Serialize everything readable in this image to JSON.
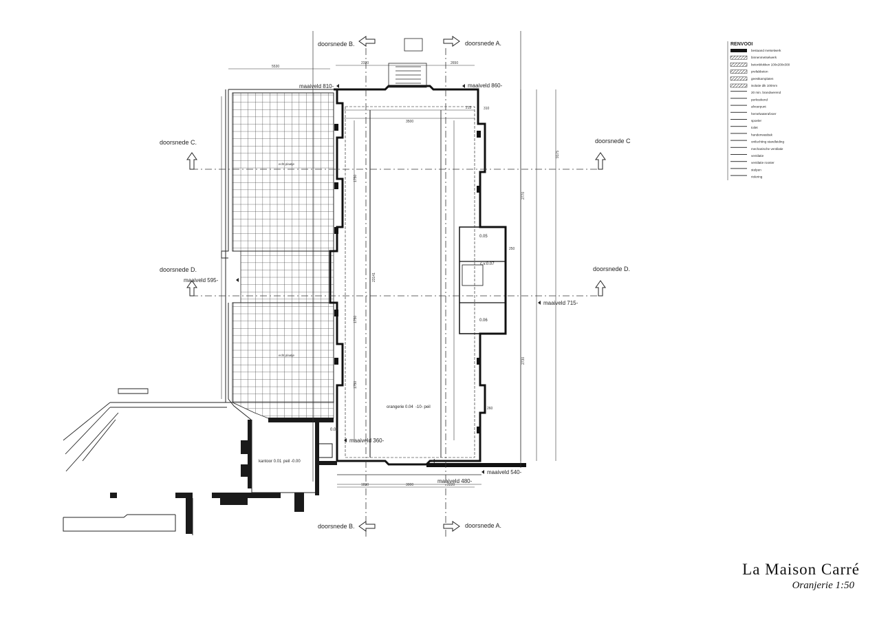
{
  "sections": {
    "a_top": "doorsnede A.",
    "a_bottom": "doorsnede A.",
    "b_top": "doorsnede B.",
    "b_bottom": "doorsnede B.",
    "c_left": "doorsnede C.",
    "c_right": "doorsnede C",
    "d_left": "doorsnede D.",
    "d_right": "doorsnede D."
  },
  "levels": {
    "top_left": "maaiveld 810-",
    "top_right": "maaiveld 860-",
    "left": "maaiveld 595-",
    "right": "maaiveld 715-",
    "mid": "maaiveld 360-",
    "bottom_left": "maaiveld 480-",
    "bottom_right": "maaiveld 540-"
  },
  "rooms": {
    "orangerie": "orangerie 0.04",
    "orangerie_pell": "-10- peil",
    "kantoor": "kantoor 0.01",
    "kantoor_pell": "peil -0.00",
    "room_005": "0.05",
    "room_006": "0.06",
    "room_007": "c.v.0.07",
    "toilet": "0.03",
    "terrace_upper": "echt plaatje",
    "terrace_lower": "echt plaatje"
  },
  "dimensions": {
    "top_total": "5530",
    "top_a": "2320",
    "top_b": "2650",
    "inner_width": "3500",
    "bottom_a": "1830",
    "bottom_b": "3000",
    "bottom_c": "2220",
    "right_total": "9175",
    "left_total": "23141",
    "segment": "1750",
    "right_seg_a": "2770",
    "right_seg_b": "2730",
    "small_a": "250",
    "small_b": "215",
    "small_c": "260",
    "small_d": "310"
  },
  "legend": {
    "title": "RENVOOI",
    "items": [
      "bestaand metselwerk",
      "binnenmetselwerk",
      "betonblokken 100x200x300",
      "prefabbeton",
      "geestkamplaten",
      "isolatie dik 100mm",
      "20 min. brandwerend",
      "perkoekend",
      "afvoerpunt",
      "hemelwaterafvoer",
      "spoeler",
      "toilet",
      "handenwasbak",
      "ontluchting standleiding",
      "mechanische ventilatie",
      "ventilatie",
      "ventilatie rooster",
      "stelpen",
      "riolering"
    ]
  },
  "title": {
    "main": "La Maison Carré",
    "sub": "Oranjerie 1:50"
  }
}
